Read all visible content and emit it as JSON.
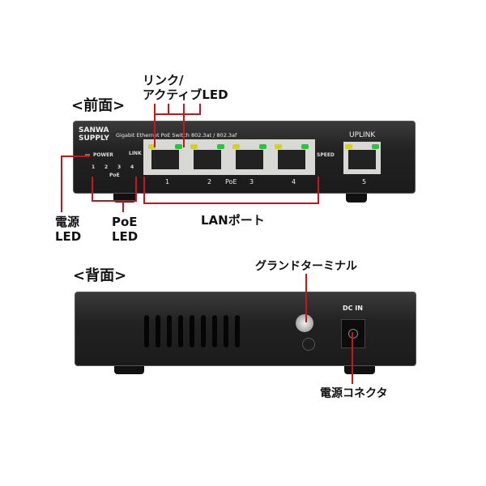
{
  "front": {
    "title": "<前面>",
    "brand": "SANWA SUPPLY",
    "model_text": "Gigabit Ethernet PoE Switch 802.3at / 802.3af",
    "power_label": "POWER",
    "poe_leds": [
      "1",
      "2",
      "3",
      "4"
    ],
    "poe_text": "PoE",
    "link_label": "LINK",
    "speed_label": "SPEED",
    "uplink_label": "UPLINK",
    "port_numbers": [
      "1",
      "2",
      "3",
      "4"
    ],
    "port_poe_text": "PoE",
    "uplink_number": "5",
    "callouts": {
      "link_active_led": [
        "リンク/",
        "アクティブLED"
      ],
      "power_led": [
        "電源",
        "LED"
      ],
      "poe_led": [
        "PoE",
        "LED"
      ],
      "lan_port": "LANポート"
    }
  },
  "back": {
    "title": "<背面>",
    "dc_in_label": "DC IN",
    "callouts": {
      "ground_terminal": "グランドターミナル",
      "power_connector": "電源コネクタ"
    }
  },
  "colors": {
    "callout": "#c8141e",
    "led_yellow": "#d8d020",
    "led_green": "#30c040"
  }
}
